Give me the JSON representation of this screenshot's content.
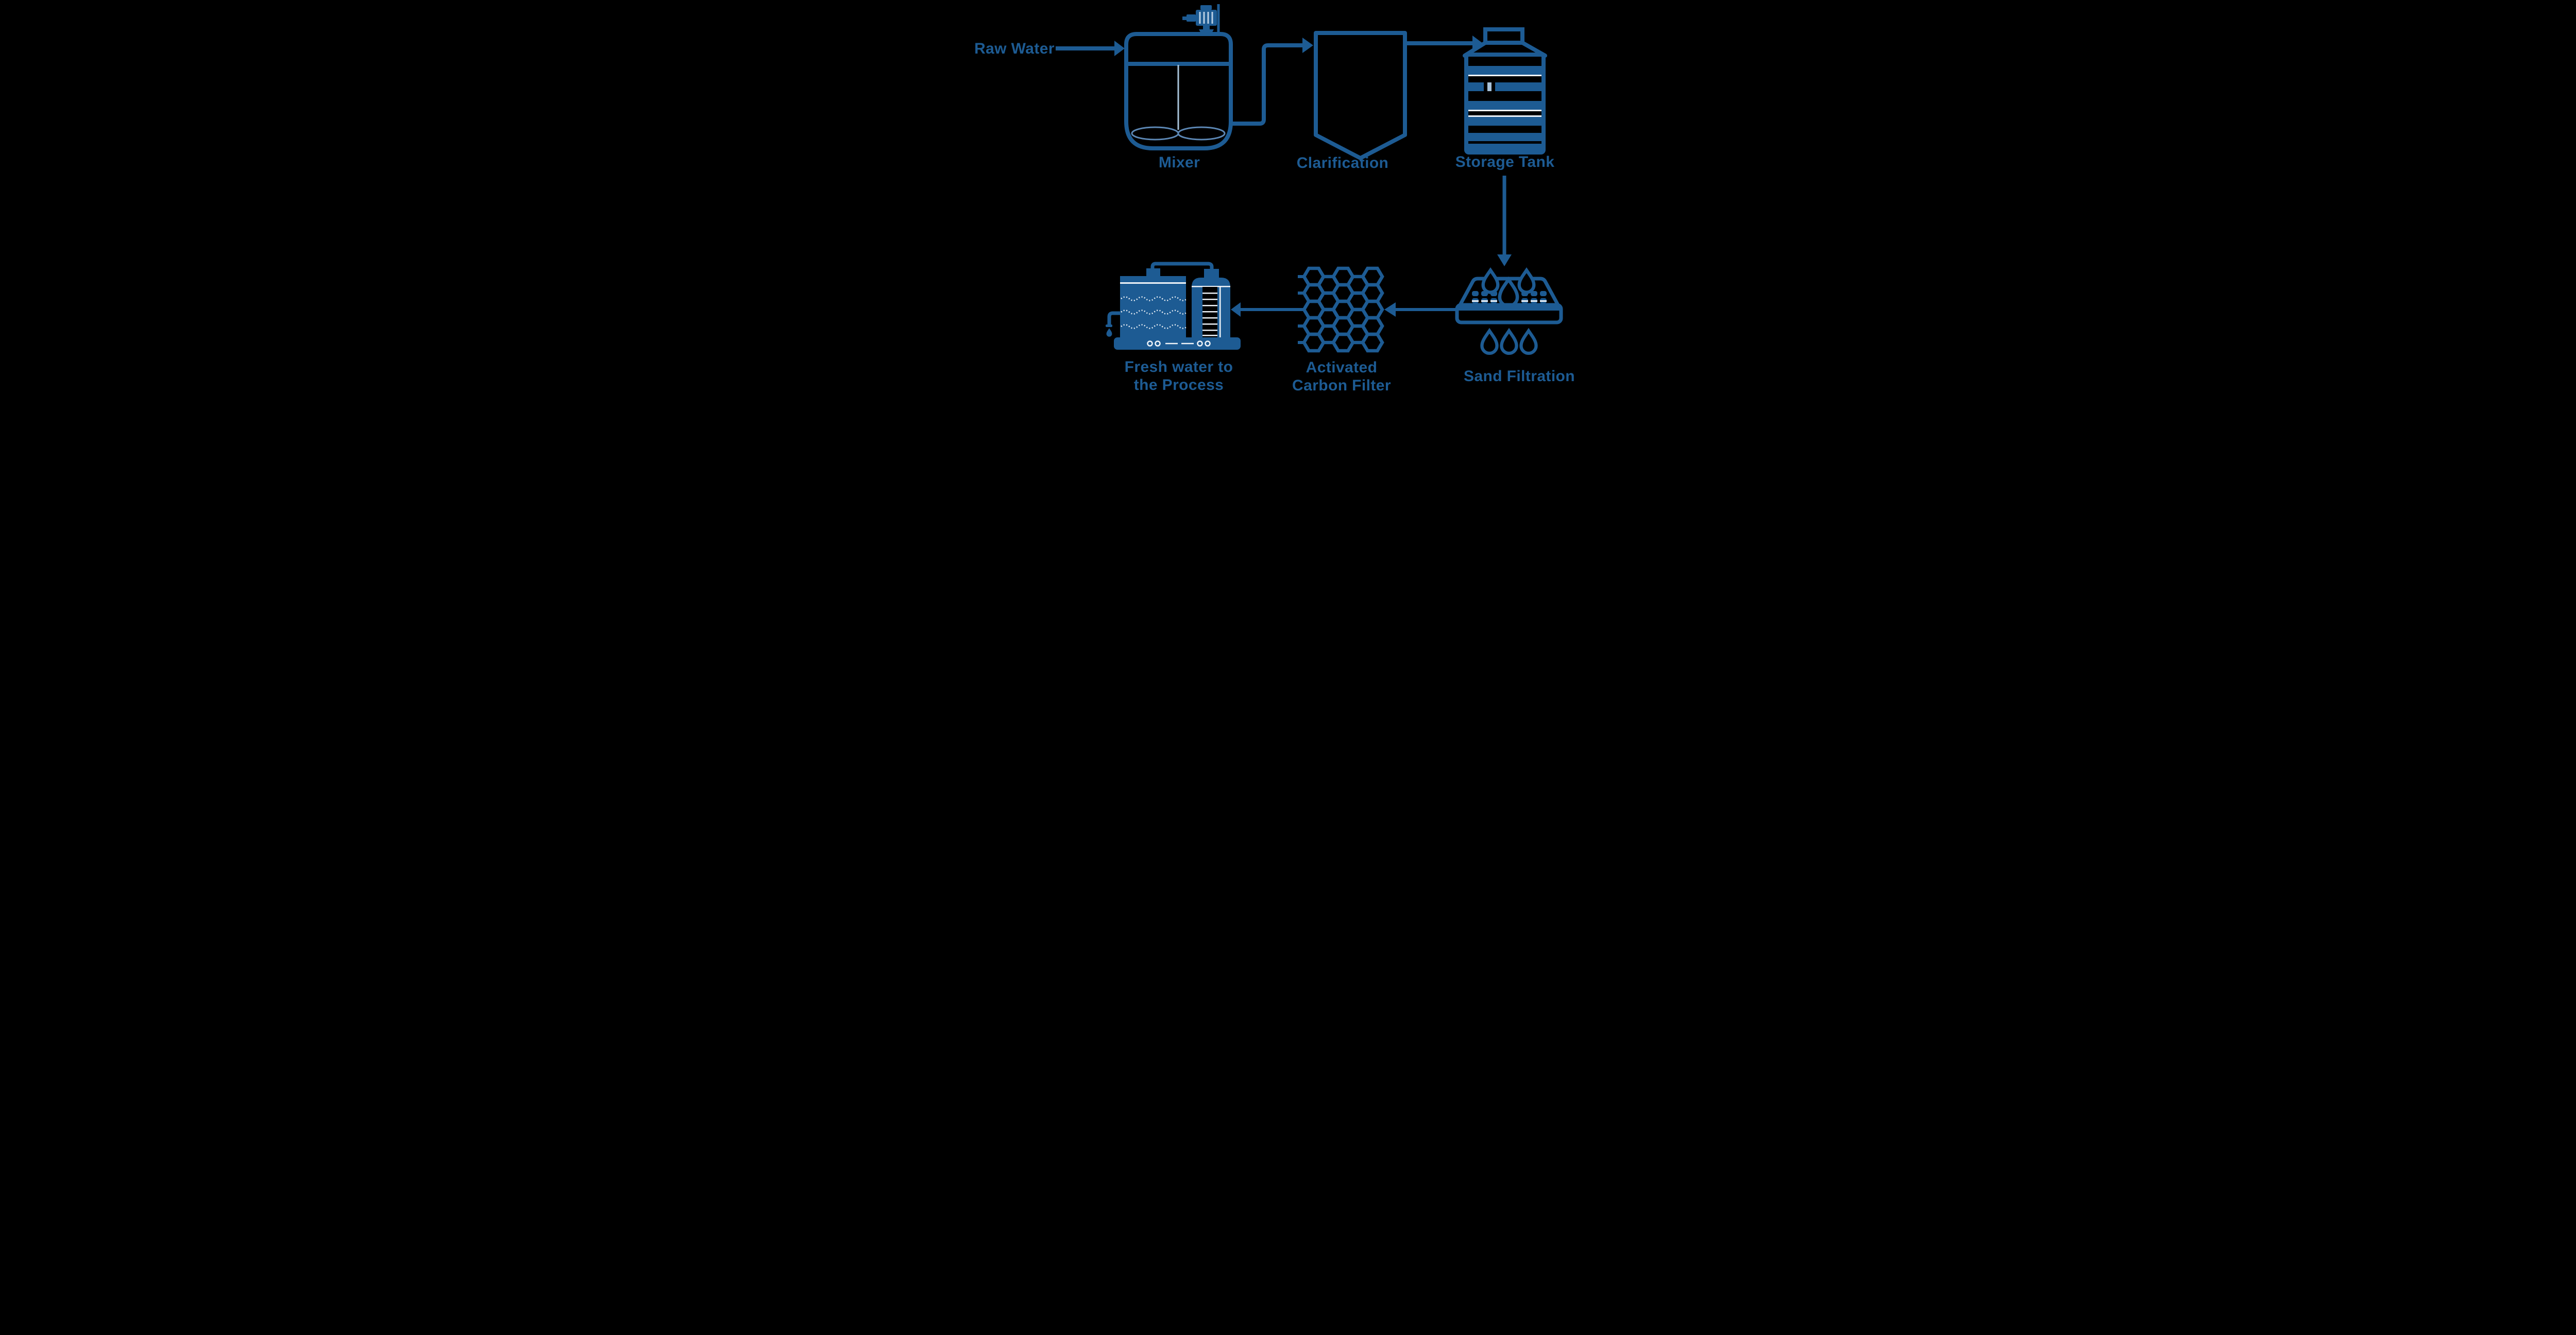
{
  "colors": {
    "background": "#000000",
    "primary": "#1d5b93",
    "accent_light": "#a9c3da",
    "detail_white": "#eef3f8"
  },
  "source_label": "Raw Water",
  "nodes": {
    "mixer": {
      "label": "Mixer"
    },
    "clarification": {
      "label": "Clarification"
    },
    "storage_tank": {
      "label": "Storage Tank"
    },
    "sand_filtration": {
      "label": "Sand Filtration"
    },
    "carbon_filter": {
      "label_line1": "Activated",
      "label_line2": "Carbon Filter"
    },
    "fresh_water": {
      "label_line1": "Fresh water to",
      "label_line2": "the Process"
    }
  },
  "icons": [
    "mixer-tank-icon",
    "mixer-motor-icon",
    "clarifier-icon",
    "storage-tank-icon",
    "sand-filter-icon",
    "water-drop-icon",
    "honeycomb-icon",
    "fresh-water-tank-icon",
    "faucet-icon",
    "arrow-icon"
  ]
}
